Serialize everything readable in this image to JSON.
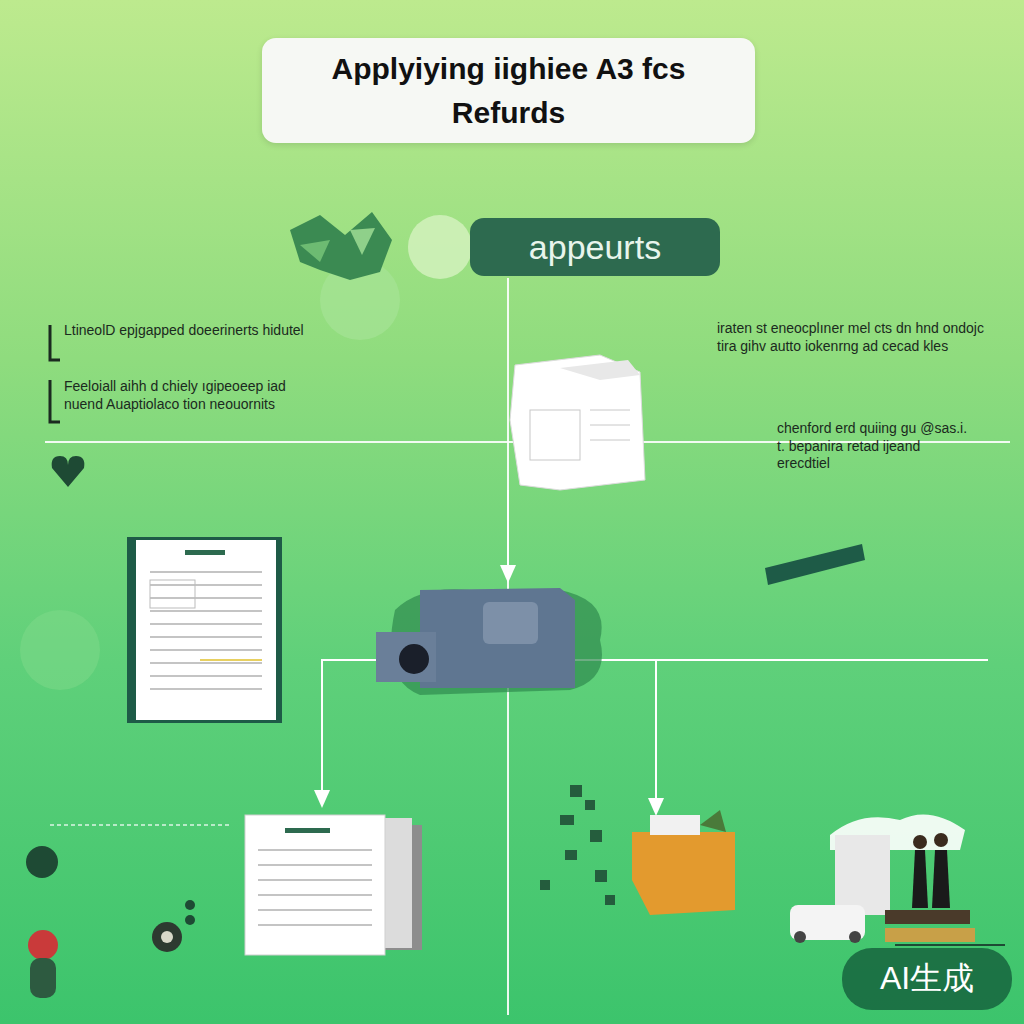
{
  "diagram": {
    "title": "Applyiying iighiee A3 fcs Refurds",
    "nodes": [
      {
        "text": [
          "appeurts"
        ]
      }
    ],
    "labels": [
      "LtineolD epjgapped doeerinerts hidutel",
      "Feeloiall aihh d chiely ıgipeoeep iad nuend Auaptiolaco tion neouornits",
      "iraten st eneocplıner mel cts dn hnd ondojc tira gihv autto iokenrng ad cecad kles",
      "chenford erd quiing gu @sas.i. t. bepanira retad ijeand erecdtiel",
      "AI生成"
    ]
  }
}
